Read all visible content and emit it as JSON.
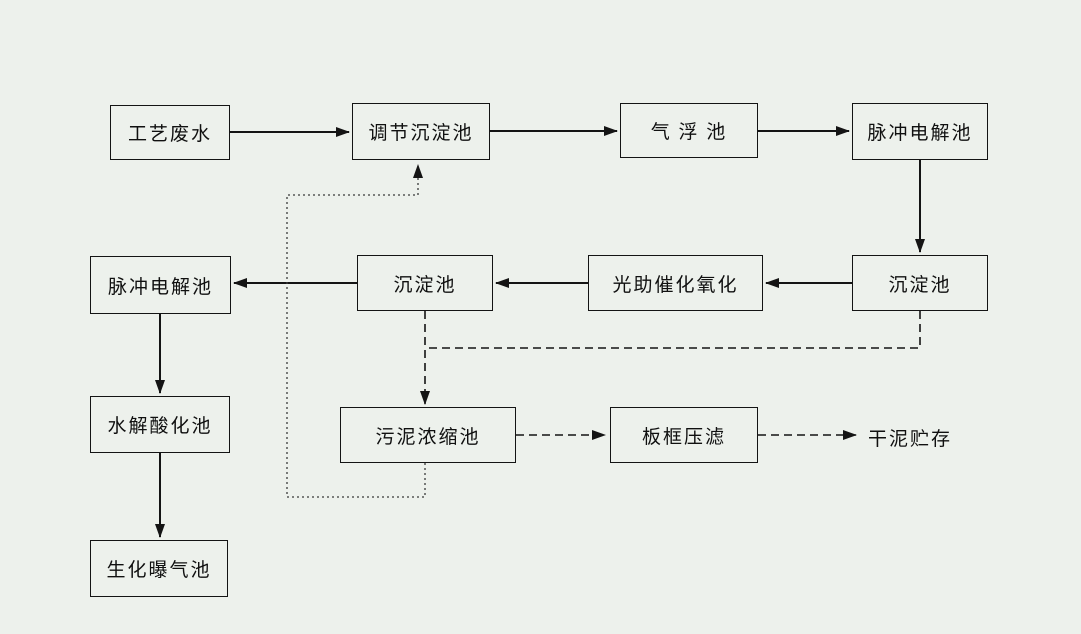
{
  "diagram": {
    "kind": "process-flow-diagram",
    "language": "zh-CN",
    "colors": {
      "background": "#edf1ec",
      "line": "#141414",
      "text": "#101010"
    },
    "nodes": [
      {
        "id": "process-wastewater",
        "label": "工艺废水",
        "shape": "rect"
      },
      {
        "id": "regulating-sedimentation-tank",
        "label": "调节沉淀池",
        "shape": "rect"
      },
      {
        "id": "air-flotation-tank",
        "label": "气 浮 池",
        "shape": "rect"
      },
      {
        "id": "pulse-electrolysis-tank-top",
        "label": "脉冲电解池",
        "shape": "rect"
      },
      {
        "id": "pulse-electrolysis-tank-left",
        "label": "脉冲电解池",
        "shape": "rect"
      },
      {
        "id": "sedimentation-tank-middle",
        "label": "沉淀池",
        "shape": "rect"
      },
      {
        "id": "photocatalytic-oxidation",
        "label": "光助催化氧化",
        "shape": "rect"
      },
      {
        "id": "sedimentation-tank-right",
        "label": "沉淀池",
        "shape": "rect"
      },
      {
        "id": "hydrolysis-acidification-tank",
        "label": "水解酸化池",
        "shape": "rect"
      },
      {
        "id": "sludge-thickening-tank",
        "label": "污泥浓缩池",
        "shape": "rect"
      },
      {
        "id": "plate-frame-filter-press",
        "label": "板框压滤",
        "shape": "rect"
      },
      {
        "id": "dry-sludge-storage",
        "label": "干泥贮存",
        "shape": "text-only"
      },
      {
        "id": "biochemical-aeration-tank",
        "label": "生化曝气池",
        "shape": "rect"
      }
    ],
    "edges": [
      {
        "from": "process-wastewater",
        "to": "regulating-sedimentation-tank",
        "style": "solid"
      },
      {
        "from": "regulating-sedimentation-tank",
        "to": "air-flotation-tank",
        "style": "solid"
      },
      {
        "from": "air-flotation-tank",
        "to": "pulse-electrolysis-tank-top",
        "style": "solid"
      },
      {
        "from": "pulse-electrolysis-tank-top",
        "to": "sedimentation-tank-right",
        "style": "solid"
      },
      {
        "from": "sedimentation-tank-right",
        "to": "photocatalytic-oxidation",
        "style": "solid"
      },
      {
        "from": "photocatalytic-oxidation",
        "to": "sedimentation-tank-middle",
        "style": "solid"
      },
      {
        "from": "sedimentation-tank-middle",
        "to": "pulse-electrolysis-tank-left",
        "style": "solid"
      },
      {
        "from": "pulse-electrolysis-tank-left",
        "to": "hydrolysis-acidification-tank",
        "style": "solid"
      },
      {
        "from": "hydrolysis-acidification-tank",
        "to": "biochemical-aeration-tank",
        "style": "solid"
      },
      {
        "from": "sedimentation-tank-middle",
        "to": "sludge-thickening-tank",
        "style": "dashed"
      },
      {
        "from": "sedimentation-tank-right",
        "to": "sludge-thickening-tank",
        "style": "dashed"
      },
      {
        "from": "sludge-thickening-tank",
        "to": "plate-frame-filter-press",
        "style": "dashed"
      },
      {
        "from": "plate-frame-filter-press",
        "to": "dry-sludge-storage",
        "style": "dashed"
      },
      {
        "from": "sludge-thickening-tank",
        "to": "regulating-sedimentation-tank",
        "style": "dotted"
      }
    ]
  }
}
